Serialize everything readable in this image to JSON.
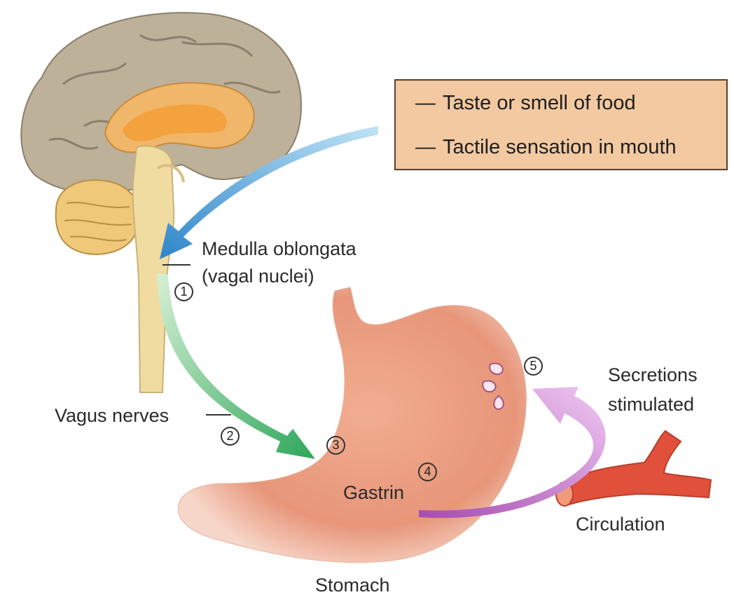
{
  "stimuli": [
    "Taste or smell of food",
    "Tactile sensation in mouth"
  ],
  "labels": {
    "medulla_line1": "Medulla oblongata",
    "medulla_line2": "(vagal nuclei)",
    "vagus": "Vagus nerves",
    "secretions_line1": "Secretions",
    "secretions_line2": "stimulated",
    "gastrin": "Gastrin",
    "circulation": "Circulation",
    "stomach": "Stomach"
  },
  "steps": [
    "1",
    "2",
    "3",
    "4",
    "5"
  ],
  "colors": {
    "stimulus_box": "#f2c9a1",
    "sensory_arrow": "#4a9fd8",
    "vagal_arrow": "#4bb86a",
    "hormone_arrow": "#c77ac9",
    "stomach": "#e7967a",
    "artery": "#e0503a",
    "brain_cortex": "#bdb19a",
    "brain_core": "#f0b66a"
  },
  "icons": [
    "brain-illustration",
    "stomach-illustration",
    "blood-vessel-illustration",
    "secretion-droplets-icon"
  ]
}
